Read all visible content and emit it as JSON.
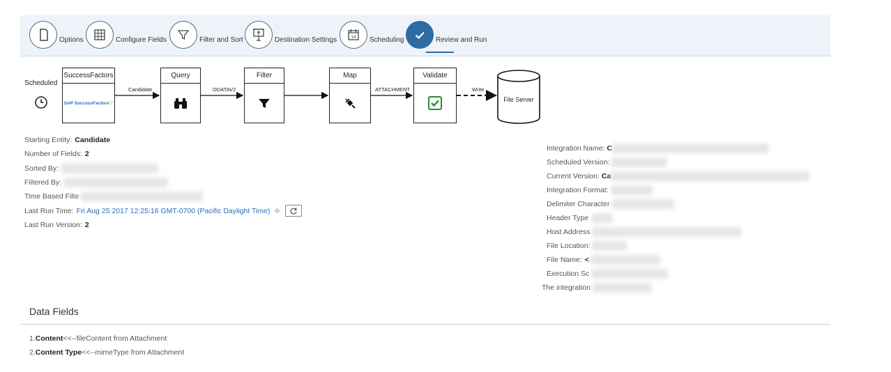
{
  "wizard": {
    "steps": [
      {
        "label": "Options",
        "icon": "document-icon"
      },
      {
        "label": "Configure Fields",
        "icon": "grid-icon"
      },
      {
        "label": "Filter and Sort",
        "icon": "filter-icon"
      },
      {
        "label": "Destination Settings",
        "icon": "presentation-icon"
      },
      {
        "label": "Scheduling",
        "icon": "calendar-icon",
        "calendar_day": "14"
      },
      {
        "label": "Review and Run",
        "icon": "checkmark-icon",
        "active": true
      }
    ]
  },
  "flow": {
    "scheduled_label": "Scheduled",
    "nodes": [
      {
        "title": "SuccessFactors",
        "logo_text": "SAP SuccessFactors"
      },
      {
        "title": "Query",
        "icon": "binoculars-icon"
      },
      {
        "title": "Filter",
        "icon": "funnel-icon"
      },
      {
        "title": "Map",
        "icon": "plug-icon"
      },
      {
        "title": "Validate",
        "icon": "checkbox-icon"
      }
    ],
    "edges": [
      "Candidate",
      "ODATAV2",
      "",
      "ATTACHMENT",
      "Write"
    ],
    "destination": "File Server"
  },
  "info_left": {
    "starting_entity_label": "Starting Entity:",
    "starting_entity_value": "Candidate",
    "number_of_fields_label": "Number of Fields:",
    "number_of_fields_value": "2",
    "sorted_by_label": "Sorted By:",
    "filtered_by_label": "Filtered By:",
    "time_based_filter_label": "Time Based Filte",
    "last_run_time_label": "Last Run Time:",
    "last_run_time_value": "Fri Aug 25 2017 12:25:16 GMT-0700 (Pacific Daylight Time)",
    "last_run_version_label": "Last Run Version:",
    "last_run_version_value": "2"
  },
  "info_right": {
    "rows": [
      {
        "label": "Integration Name:",
        "value": "C"
      },
      {
        "label": "Scheduled Version:",
        "value": ""
      },
      {
        "label": "Current Version:",
        "value": "Ca"
      },
      {
        "label": "Integration Format:",
        "value": ""
      },
      {
        "label": "Delimiter Character",
        "value": ""
      },
      {
        "label": "Header Type",
        "value": ""
      },
      {
        "label": "Host Address",
        "value": ""
      },
      {
        "label": "File Location:",
        "value": ""
      },
      {
        "label": "File Name:",
        "value": "<"
      },
      {
        "label": "Execution Sc",
        "value": ""
      },
      {
        "label": "The integration",
        "value": ""
      }
    ]
  },
  "data_fields": {
    "title": "Data Fields",
    "items": [
      {
        "index": "1.",
        "name": "Content",
        "mapping": "<<--fileContent from Attachment"
      },
      {
        "index": "2.",
        "name": "Content Type",
        "mapping": "<<--mimeType from Attachment"
      }
    ]
  },
  "colors": {
    "accent": "#2d6ba3",
    "wizard_bg": "#edf3f8",
    "link": "#2a6ebb"
  }
}
